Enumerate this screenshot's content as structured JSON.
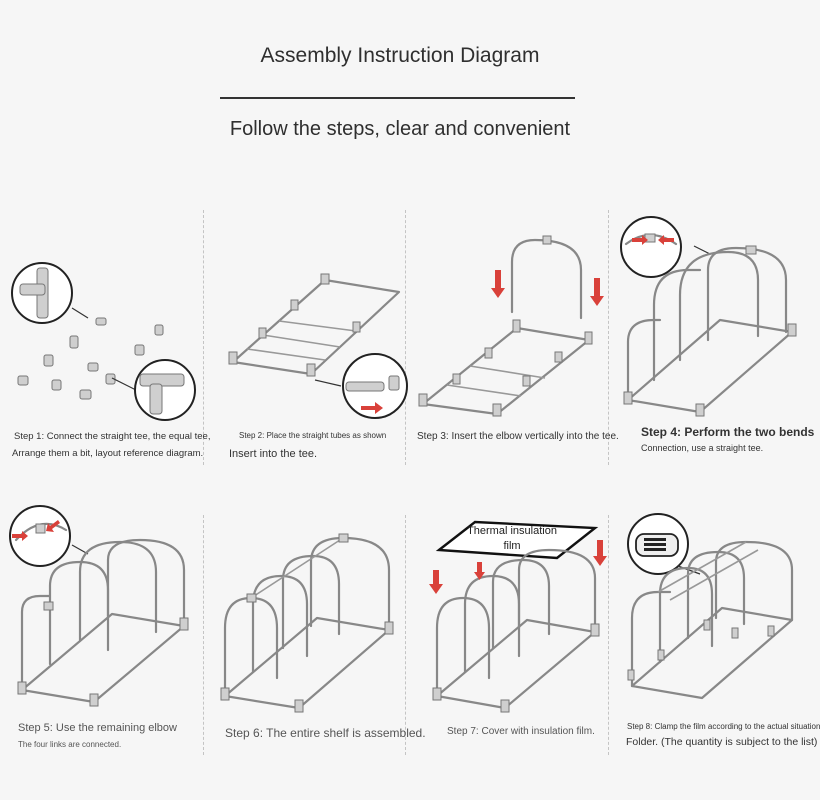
{
  "header": {
    "title": "Assembly Instruction Diagram",
    "subtitle": "Follow the steps, clear and convenient"
  },
  "steps": [
    {
      "line1": "Step 1: Connect the straight tee, the equal tee,",
      "line2": "Arrange them a bit, layout reference diagram."
    },
    {
      "line1": "Step 2: Place the straight tubes as shown",
      "line2": "Insert into the tee."
    },
    {
      "line1": "Step 3: Insert the elbow vertically into the tee.",
      "line2": ""
    },
    {
      "line1": "Step 4: Perform the two bends",
      "line2": "Connection, use a straight tee."
    },
    {
      "line1": "Step 5: Use the remaining elbow",
      "line2": "The four links are connected."
    },
    {
      "line1": "Step 6: The entire shelf is assembled.",
      "line2": ""
    },
    {
      "line1": "Step 7: Cover with insulation film.",
      "line2": ""
    },
    {
      "line1": "Step 8: Clamp the film according to the actual situation",
      "line2": "Folder. (The quantity is subject to the list)"
    }
  ],
  "film_label": {
    "line1": "Thermal insulation",
    "line2": "film"
  },
  "colors": {
    "arrow": "#d9413a",
    "pipe": "#888888",
    "background": "#f6f6f6"
  },
  "icons": [
    "tee-joint-icon",
    "pipe-joint-icon",
    "down-arrow-icon",
    "film-clip-icon"
  ]
}
